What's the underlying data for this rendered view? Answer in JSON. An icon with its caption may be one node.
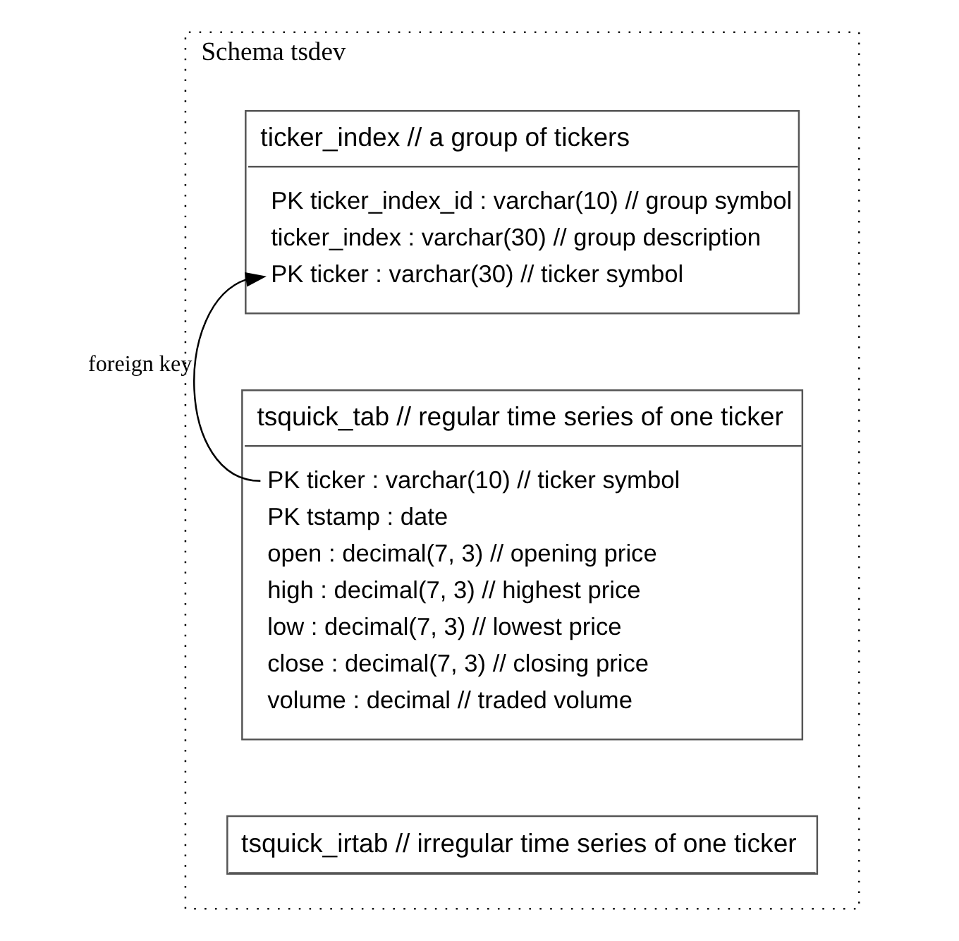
{
  "diagram": {
    "nodes": [
      {
        "text": [
          "Schema tsdev"
        ]
      },
      {
        "text": [
          "ticker_index // a group of tickers",
          "PK ticker_index_id : varchar(10) // group symbol",
          "ticker_index : varchar(30) // group description",
          "PK ticker : varchar(30) // ticker symbol"
        ],
        "in": 0
      },
      {
        "text": [
          "tsquick_tab // regular time series of one ticker",
          "PK ticker : varchar(10) // ticker symbol",
          "PK tstamp : date",
          "open : decimal(7, 3) // opening price",
          "high : decimal(7, 3) // highest price",
          "low : decimal(7, 3) // lowest price",
          "close : decimal(7, 3) // closing price",
          "volume : decimal // traded volume"
        ],
        "in": 0
      },
      {
        "text": [
          "tsquick_irtab // irregular time series of one ticker"
        ],
        "in": 0
      }
    ],
    "edges": [
      {
        "from": 2,
        "to": 1,
        "arrow": "to",
        "label": "foreign key"
      }
    ]
  }
}
